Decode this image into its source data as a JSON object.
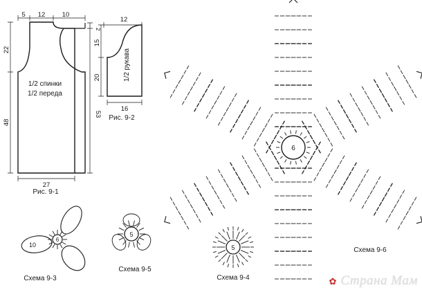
{
  "pattern": {
    "figure_9_1": {
      "caption": "Рис. 9-1",
      "label_line1": "1/2 спинки",
      "label_line2": "1/2 переда",
      "dims": {
        "top_a": "5",
        "top_b": "12",
        "top_c": "10",
        "right_top": "2",
        "left_upper": "22",
        "left_lower": "48",
        "right_lower": "53",
        "bottom": "27"
      }
    },
    "figure_9_2": {
      "caption": "Рис. 9-2",
      "label": "1/2 рукава",
      "dims": {
        "top": "12",
        "left_upper": "15",
        "left_lower": "20",
        "bottom": "16"
      }
    },
    "schemes": {
      "s93": {
        "caption": "Схема 9-3",
        "petal_count": "10",
        "center": "6"
      },
      "s95": {
        "caption": "Схема 9-5",
        "center": "5"
      },
      "s94": {
        "caption": "Схема 9-4",
        "center": "5"
      },
      "s96": {
        "caption": "Схема 9-6",
        "center": "6"
      }
    }
  },
  "watermark": {
    "text": "Страна Мам",
    "icon": "flower-icon"
  }
}
